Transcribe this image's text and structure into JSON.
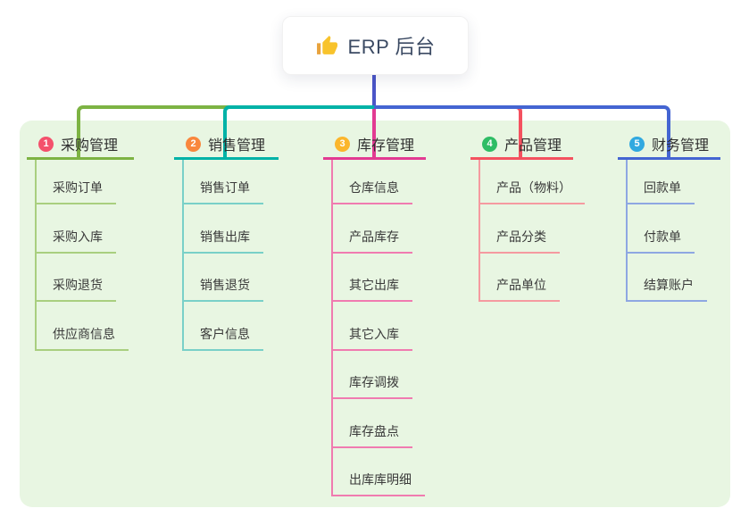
{
  "root": {
    "label": "ERP 后台",
    "icon": "thumbs-up-icon",
    "icon_color": "#f8c32c",
    "connector_color": "#4b55c8"
  },
  "panel": {
    "background": "#e8f6e2"
  },
  "branches": [
    {
      "index": "1",
      "label": "采购管理",
      "badge_color": "#f4516c",
      "line_color": "#7db343",
      "child_line_color": "#a9cf7f",
      "children": [
        "采购订单",
        "采购入库",
        "采购退货",
        "供应商信息"
      ]
    },
    {
      "index": "2",
      "label": "销售管理",
      "badge_color": "#f9873d",
      "line_color": "#00b2a7",
      "child_line_color": "#79d0c8",
      "children": [
        "销售订单",
        "销售出库",
        "销售退货",
        "客户信息"
      ]
    },
    {
      "index": "3",
      "label": "库存管理",
      "badge_color": "#fbb62c",
      "line_color": "#e23a92",
      "child_line_color": "#f07bb0",
      "children": [
        "仓库信息",
        "产品库存",
        "其它出库",
        "其它入库",
        "库存调拨",
        "库存盘点",
        "出库库明细"
      ]
    },
    {
      "index": "4",
      "label": "产品管理",
      "badge_color": "#2ebd65",
      "line_color": "#f4515f",
      "child_line_color": "#f59aa0",
      "children": [
        "产品（物料）",
        "产品分类",
        "产品单位"
      ]
    },
    {
      "index": "5",
      "label": "财务管理",
      "badge_color": "#31a9e0",
      "line_color": "#4465d2",
      "child_line_color": "#8ea7e2",
      "children": [
        "回款单",
        "付款单",
        "结算账户"
      ]
    }
  ]
}
